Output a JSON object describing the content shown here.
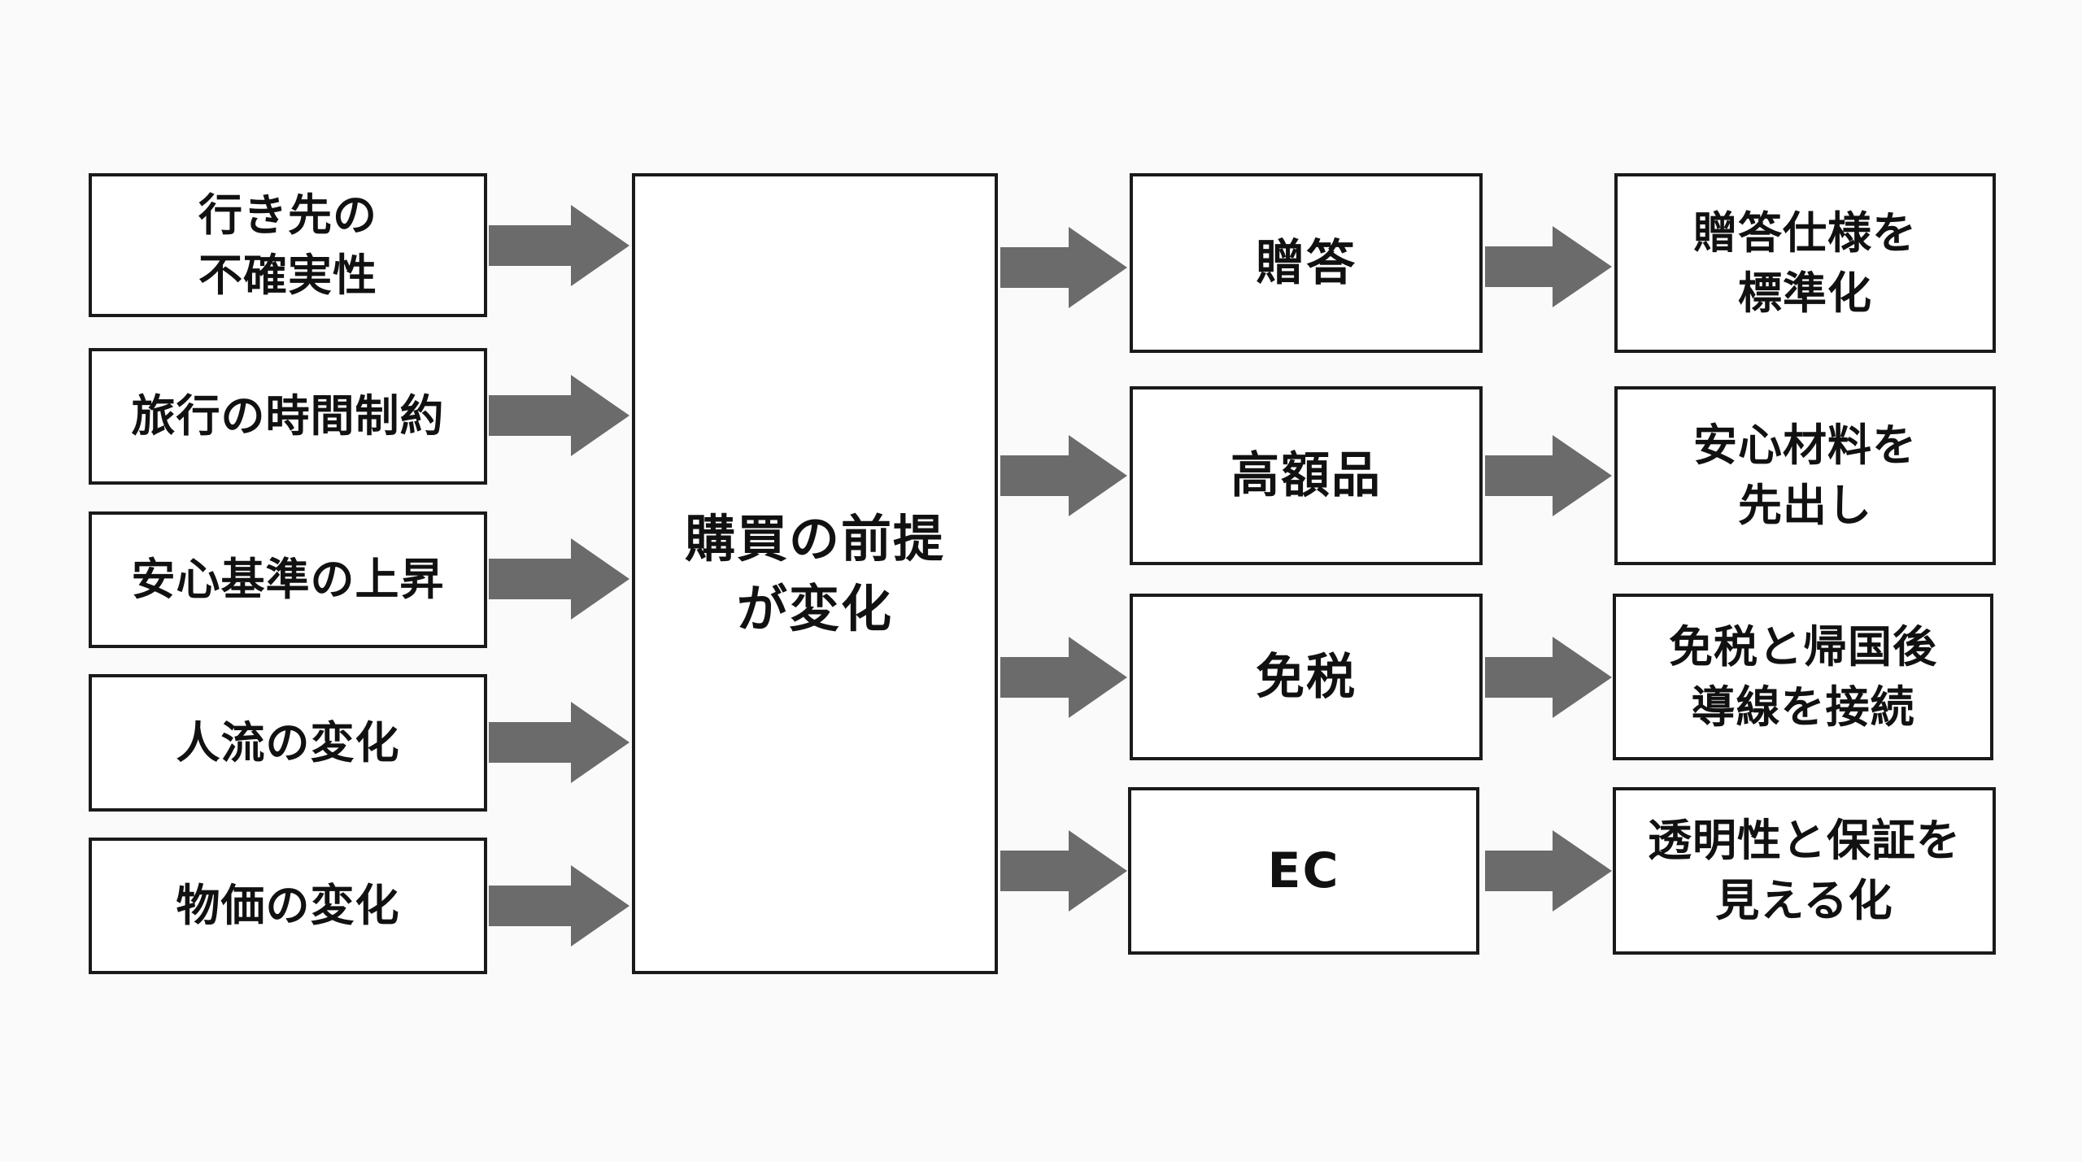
{
  "diagram": {
    "inputs": [
      {
        "lines": [
          "行き先の",
          "不確実性"
        ]
      },
      {
        "lines": [
          "旅行の時間制約"
        ]
      },
      {
        "lines": [
          "安心基準の上昇"
        ]
      },
      {
        "lines": [
          "人流の変化"
        ]
      },
      {
        "lines": [
          "物価の変化"
        ]
      }
    ],
    "center": {
      "lines": [
        "購買の前提",
        "が変化"
      ]
    },
    "channels": [
      {
        "label": {
          "lines": [
            "贈答"
          ]
        },
        "action": {
          "lines": [
            "贈答仕様を",
            "標準化"
          ]
        }
      },
      {
        "label": {
          "lines": [
            "高額品"
          ]
        },
        "action": {
          "lines": [
            "安心材料を",
            "先出し"
          ]
        }
      },
      {
        "label": {
          "lines": [
            "免税"
          ]
        },
        "action": {
          "lines": [
            "免税と帰国後",
            "導線を接続"
          ]
        }
      },
      {
        "label": {
          "lines": [
            "EC"
          ]
        },
        "action": {
          "lines": [
            "透明性と保証を",
            "見える化"
          ]
        }
      }
    ],
    "arrow_color": "#6b6b6b",
    "border_color": "#1a1a1a"
  }
}
